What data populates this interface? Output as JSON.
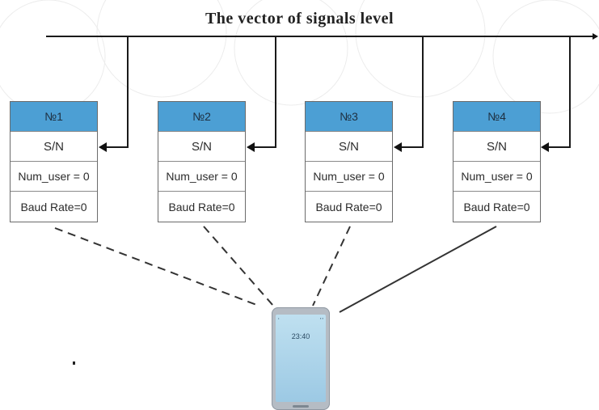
{
  "title": "The vector of signals level",
  "nodes": [
    {
      "id": "№1",
      "sn": "S/N",
      "num_user": "Num_user = 0",
      "baud_rate": "Baud Rate=0"
    },
    {
      "id": "№2",
      "sn": "S/N",
      "num_user": "Num_user = 0",
      "baud_rate": "Baud Rate=0"
    },
    {
      "id": "№3",
      "sn": "S/N",
      "num_user": "Num_user = 0",
      "baud_rate": "Baud Rate=0"
    },
    {
      "id": "№4",
      "sn": "S/N",
      "num_user": "Num_user = 0",
      "baud_rate": "Baud Rate=0"
    }
  ],
  "links": [
    {
      "node": "№1",
      "style": "dashed"
    },
    {
      "node": "№2",
      "style": "dashed"
    },
    {
      "node": "№3",
      "style": "dashed"
    },
    {
      "node": "№4",
      "style": "solid"
    }
  ],
  "phone": {
    "time": "23:40"
  },
  "colors": {
    "header_blue": "#4c9fd4",
    "line": "#1a1a1a",
    "box_border": "#6b6b6b"
  }
}
